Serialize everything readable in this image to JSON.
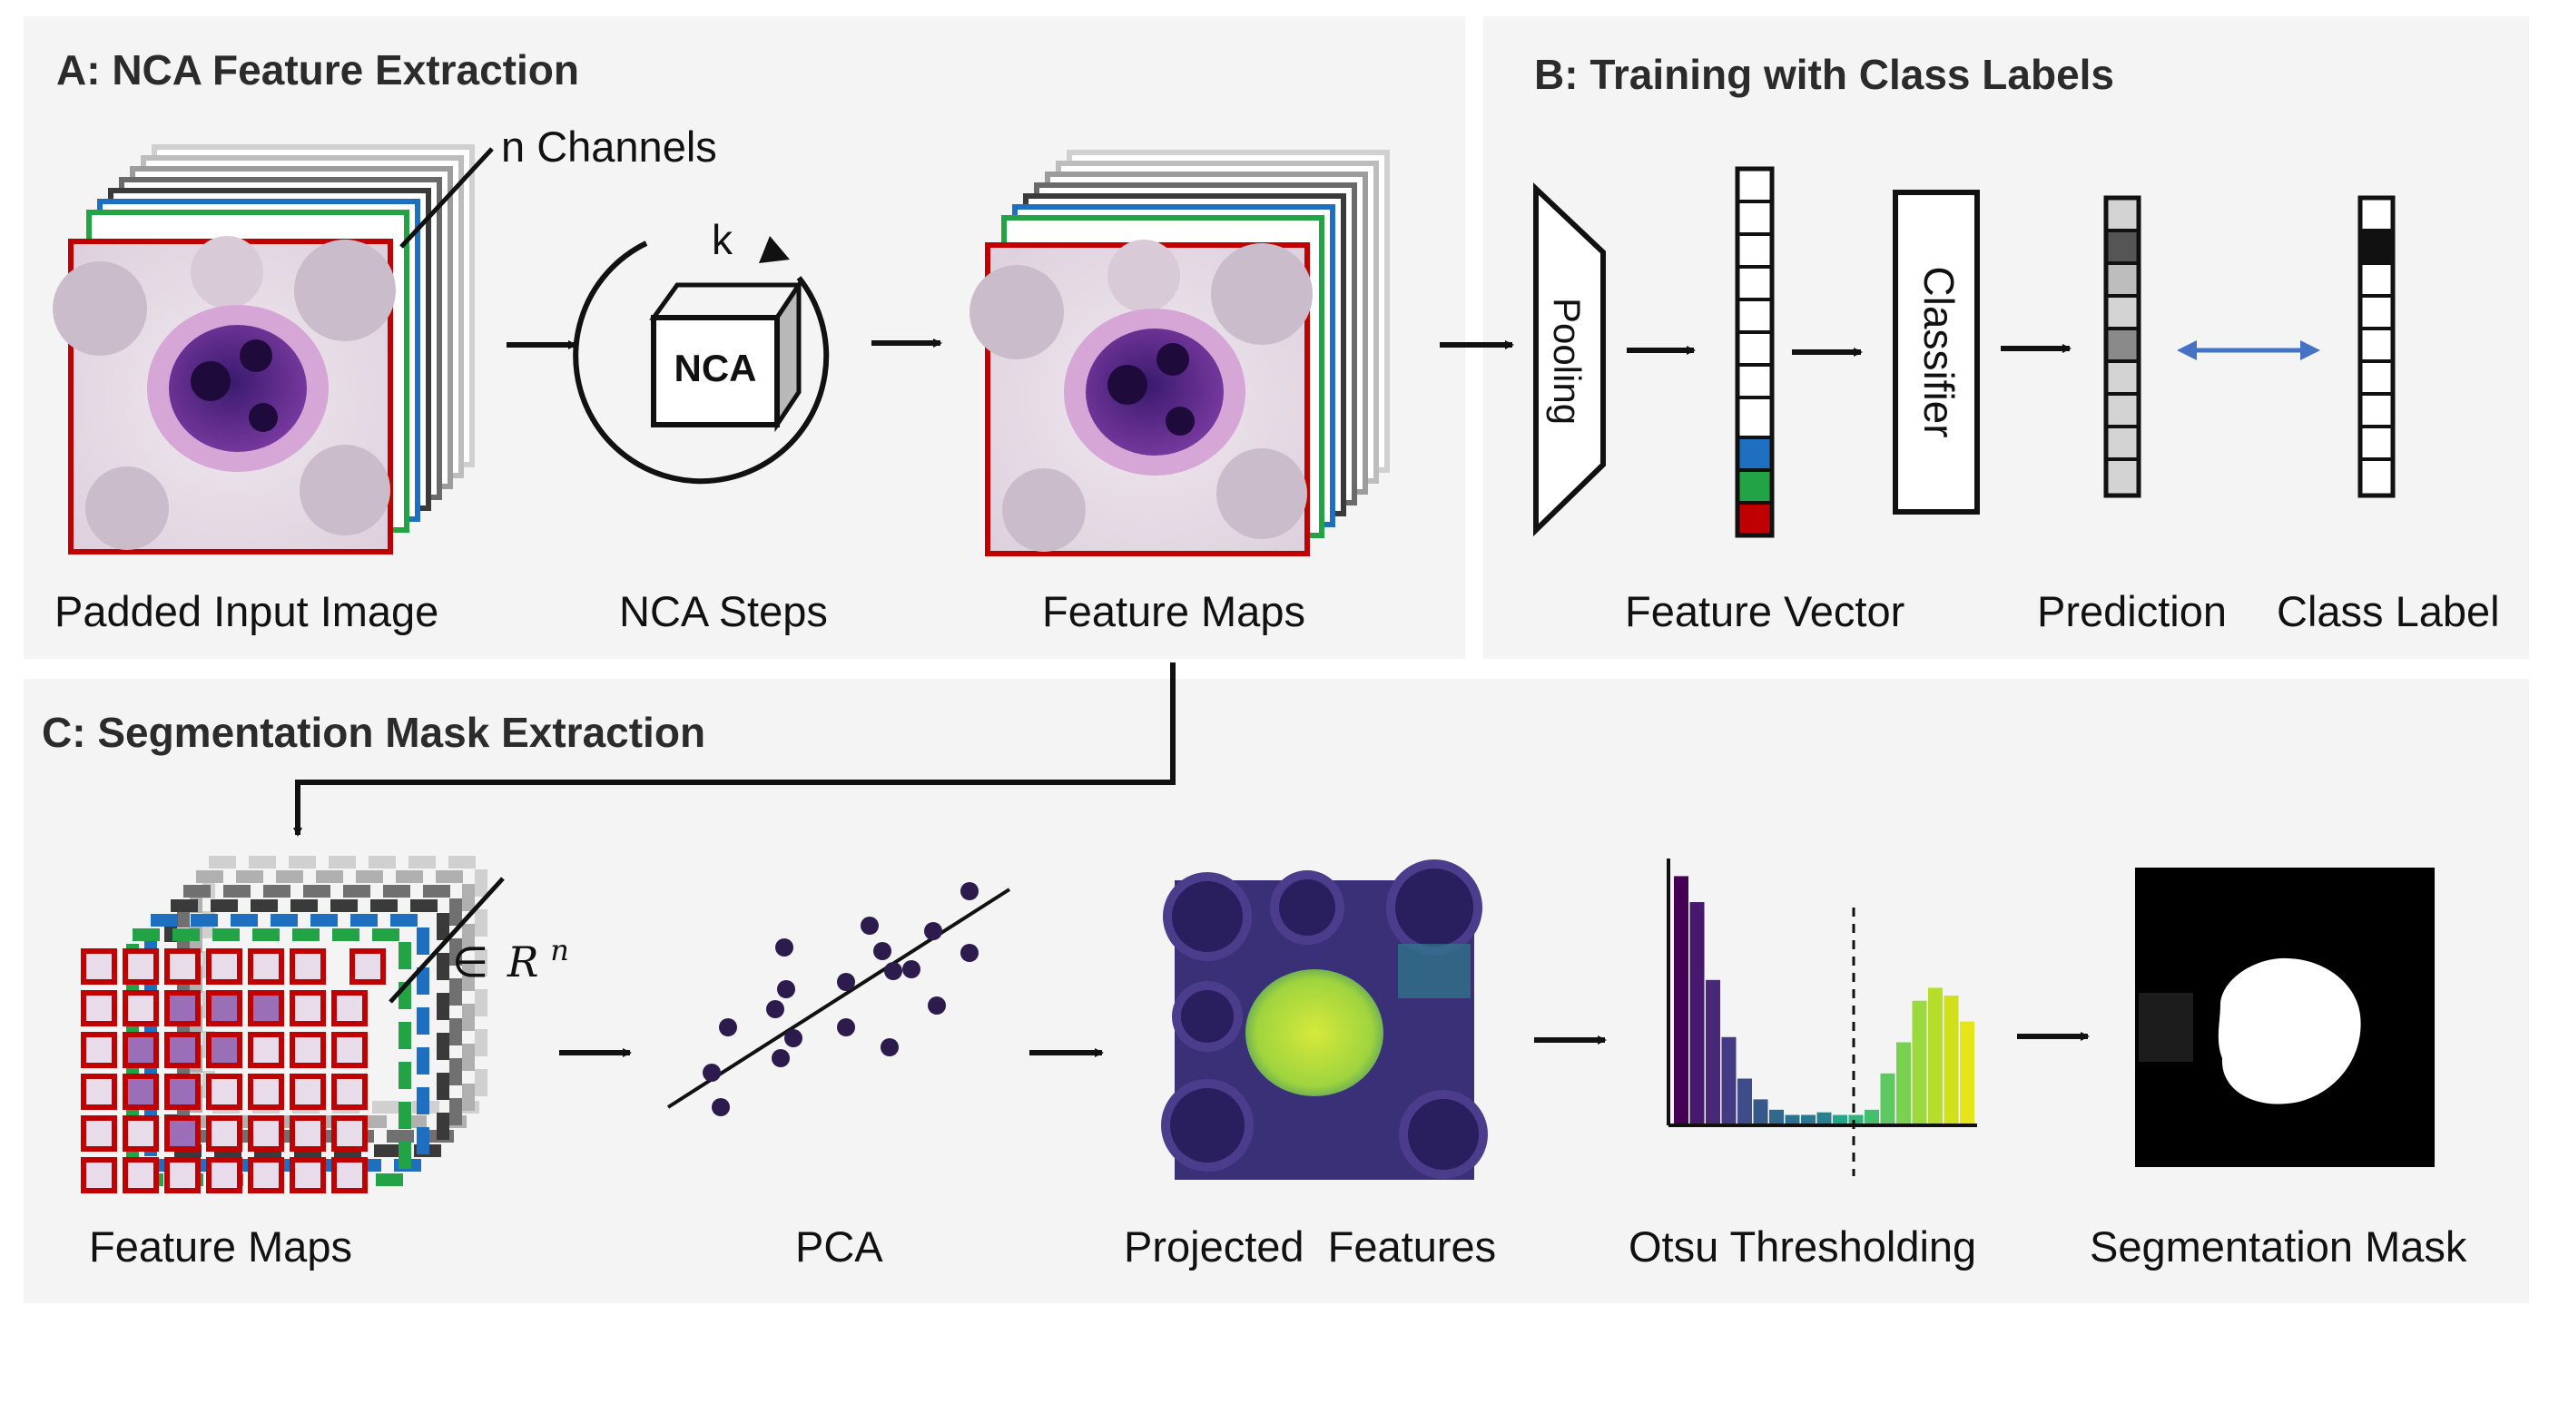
{
  "panels": {
    "a_title": "A: NCA Feature Extraction",
    "b_title": "B: Training with Class Labels",
    "c_title": "C: Segmentation Mask Extraction"
  },
  "a": {
    "channels_label": "n Channels",
    "k_label": "k",
    "nca_box": "NCA",
    "input_label": "Padded Input Image",
    "steps_label": "NCA Steps",
    "feature_maps_label": "Feature Maps"
  },
  "b": {
    "pooling": "Pooling",
    "classifier": "Classifier",
    "feature_vector_label": "Feature Vector",
    "prediction_label": "Prediction",
    "class_label": "Class Label"
  },
  "c": {
    "rn_symbol": "∈",
    "rn_base": "R",
    "rn_sup": "n",
    "feature_maps_label": "Feature Maps",
    "pca_label": "PCA",
    "projected_label": "Projected  Features",
    "otsu_label": "Otsu Thresholding",
    "mask_label": "Segmentation Mask"
  },
  "colors": {
    "panel_bg": "#f4f4f4",
    "red": "#c00000",
    "green": "#22a345",
    "blue": "#1f6fc0",
    "arrow_blue": "#4472c4",
    "scatter": "#2d1b4e"
  }
}
